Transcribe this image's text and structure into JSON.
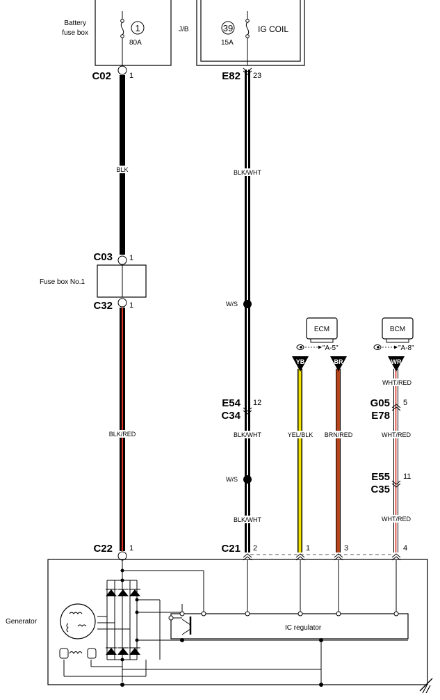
{
  "diagram": {
    "battery_fuse_box": {
      "label_line1": "Battery",
      "label_line2": "fuse box",
      "fuse_number": "1",
      "fuse_rating": "80A"
    },
    "jb": {
      "label": "J/B",
      "fuse_number": "39",
      "fuse_rating": "15A",
      "circuit": "IG COIL"
    },
    "connectors": {
      "c02": {
        "id": "C02",
        "pin": "1"
      },
      "e82": {
        "id": "E82",
        "pin": "23"
      },
      "c03": {
        "id": "C03",
        "pin": "1"
      },
      "c32": {
        "id": "C32",
        "pin": "1"
      },
      "e54": {
        "id": "E54",
        "pin": "12"
      },
      "c34": {
        "id": "C34"
      },
      "g05": {
        "id": "G05",
        "pin": "5"
      },
      "e78": {
        "id": "E78"
      },
      "e55": {
        "id": "E55",
        "pin": "11"
      },
      "c35": {
        "id": "C35"
      },
      "c22": {
        "id": "C22",
        "pin": "1"
      },
      "c21": {
        "id": "C21",
        "pin_2": "2",
        "pin_1": "1",
        "pin_3": "3",
        "pin_4": "4"
      }
    },
    "fuse_box_no1": "Fuse box No.1",
    "wires": {
      "blk": "BLK",
      "blk_wht_1": "BLK/WHT",
      "blk_wht_2": "BLK/WHT",
      "blk_wht_3": "BLK/WHT",
      "blk_red": "BLK/RED",
      "ws_1": "W/S",
      "ws_2": "W/S",
      "yel_blk": "YEL/BLK",
      "brn_red": "BRN/RED",
      "wht_red_1": "WHT/RED",
      "wht_red_2": "WHT/RED",
      "wht_red_3": "WHT/RED"
    },
    "modules": {
      "ecm": {
        "label": "ECM",
        "ref": "\"A-5\""
      },
      "bcm": {
        "label": "BCM",
        "ref": "\"A-8\""
      }
    },
    "terminals": {
      "yb": "YB",
      "br": "BR",
      "wr": "WR"
    },
    "generator": "Generator",
    "ic_regulator": "IC regulator",
    "colors": {
      "black": "#000000",
      "red": "#e03020",
      "yellow": "#f2e600",
      "brown": "#b5451b",
      "white": "#ffffff"
    }
  }
}
